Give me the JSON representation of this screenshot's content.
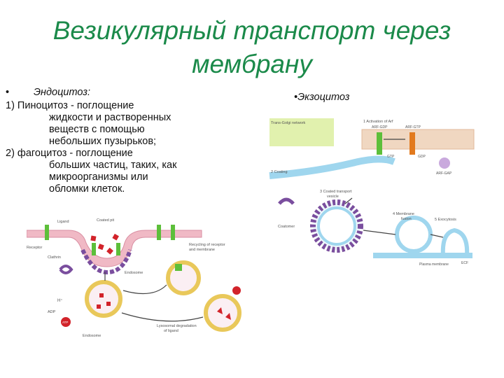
{
  "slide": {
    "title_line1": "Везикулярный транспорт через",
    "title_line2": "мембрану"
  },
  "endocytosis": {
    "bullet": "•",
    "heading": "Эндоцитоз:",
    "item1_first": "1) Пиноцитоз - поглощение",
    "item1_rest": [
      "жидкости и растворенных",
      "веществ с помощью",
      "небольших пузырьков;"
    ],
    "item2_first": "2) фагоцитоз - поглощение",
    "item2_rest": [
      "больших частиц, таких, как",
      "микроорганизмы или",
      "обломки клеток."
    ]
  },
  "exocytosis": {
    "heading": "•Экзоцитоз"
  },
  "figure_endo": {
    "labels": {
      "ligand": "Ligand",
      "coated_pit": "Coated pit",
      "receptor": "Receptor",
      "clathrin": "Clathrin",
      "endosome": "Endosome",
      "recycling": "Recycling of receptor",
      "recycling2": "and membrane",
      "h_plus": "H⁺",
      "atp": "ATP",
      "adp": "ADP",
      "endo_late": "Endosome",
      "lysosomal": "Lysosomal degradation",
      "lysosomal2": "of ligand"
    }
  },
  "figure_exo": {
    "labels": {
      "panel1": "1  Activation of Arf",
      "trans_golgi": "Trans-Golgi network",
      "arf_gdp": "ARF-GDP",
      "arf_gtp": "ARF-GTP",
      "gtp": "GTP",
      "gdp": "GDP",
      "panel2": "2  Coating",
      "panel3a": "3  Coated transport",
      "panel3b": "vesicle",
      "panel4a": "4  Membrane",
      "panel4b": "fusion",
      "panel5": "5  Exocytosis",
      "coatomer": "Coatomer",
      "plasma_membrane": "Plasma membrane",
      "arf_gap": "ARF-GAP",
      "ecf": "ECF"
    }
  },
  "colors": {
    "title": "#1b8a4a",
    "membrane_pink": "#f0b9c5",
    "membrane_blue": "#9fd6ee",
    "green_receptor": "#5dbf3a",
    "purple_clathrin": "#7a4e9e",
    "red_ligand": "#d2232a",
    "golgi_green": "#d9ee9a",
    "orange": "#e27a1e"
  }
}
